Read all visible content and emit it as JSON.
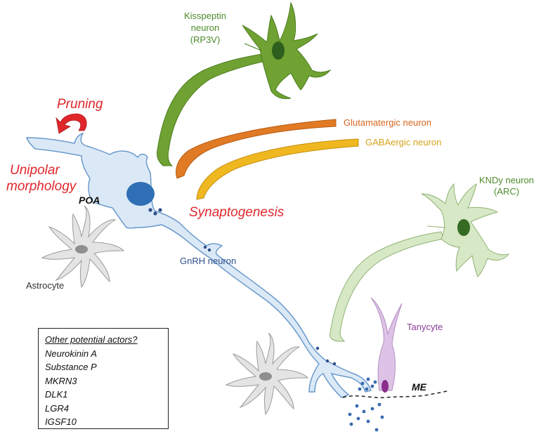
{
  "labels": {
    "pruning": "Pruning",
    "unipolar_line1": "Unipolar",
    "unipolar_line2": "morphology",
    "poa": "POA",
    "synaptogenesis": "Synaptogenesis",
    "kisspeptin_line1": "Kisspeptin",
    "kisspeptin_line2": "neuron",
    "kisspeptin_line3": "(RP3V)",
    "glutamatergic": "Glutamatergic neuron",
    "gabaergic": "GABAergic neuron",
    "kndy_line1": "KNDy neuron",
    "kndy_line2": "(ARC)",
    "gnrh": "GnRH neuron",
    "astrocyte": "Astrocyte",
    "tanycyte": "Tanycyte",
    "me": "ME"
  },
  "actors_box": {
    "header": "Other potential actors?",
    "items": [
      "Neurokinin A",
      "Substance P",
      "MKRN3",
      "DLK1",
      "LGR4",
      "IGSF10"
    ]
  },
  "colors": {
    "kisspeptin": "#6fa232",
    "glutamatergic": "#e07a24",
    "gabaergic": "#f0b820",
    "kndy": "#d7e8c6",
    "gnrh_fill": "#dbe9f7",
    "gnrh_nucleus": "#2f6fb5",
    "astrocyte": "#e4e4e4",
    "tanycyte": "#ddc3e6",
    "annotation_red": "#e0262b"
  }
}
